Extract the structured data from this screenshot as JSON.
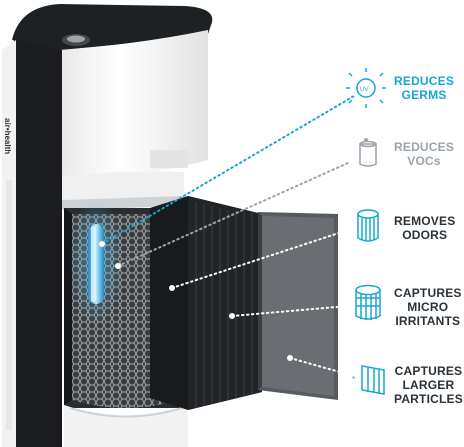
{
  "brand": "air•health",
  "features": [
    {
      "lines": [
        "REDUCES",
        "GERMS"
      ],
      "color": "#17a6d4",
      "icon": "uv-sun-icon"
    },
    {
      "lines": [
        "REDUCES",
        "VOCs"
      ],
      "color": "#9aa4ad",
      "icon": "voc-cylinder-icon"
    },
    {
      "lines": [
        "REMOVES",
        "ODORS"
      ],
      "color": "#2b3237",
      "icon": "carbon-filter-icon"
    },
    {
      "lines": [
        "CAPTURES",
        "MICRO",
        "IRRITANTS"
      ],
      "color": "#2b3237",
      "icon": "hepa-filter-icon"
    },
    {
      "lines": [
        "CAPTURES",
        "LARGER",
        "PARTICLES"
      ],
      "color": "#2b3237",
      "icon": "pre-filter-icon"
    }
  ],
  "colors": {
    "accent_blue": "#17a6d4",
    "uv_glow": "#4fc3f7",
    "device_body": "#f4f4f4",
    "device_dark": "#1e2124",
    "label_grey": "#9aa4ad",
    "label_dark": "#2b3237"
  }
}
